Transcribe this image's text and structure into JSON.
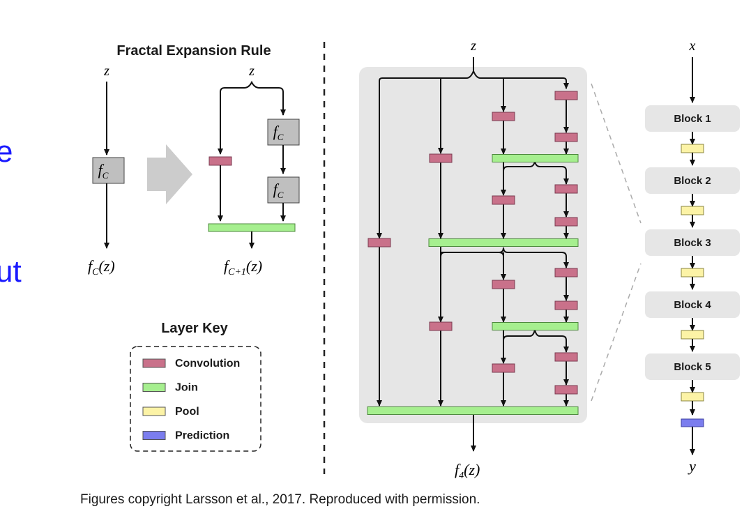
{
  "left_panel": {
    "title": "Fractal Expansion Rule",
    "base": {
      "input": "z",
      "block": "f",
      "block_sub": "C",
      "output_main": "f",
      "output_sub": "C",
      "output_arg": "(z)"
    },
    "expanded": {
      "input": "z",
      "block": "f",
      "block_sub": "C",
      "output_main": "f",
      "output_sub": "C+1",
      "output_arg": "(z)"
    }
  },
  "layer_key": {
    "title": "Layer Key",
    "items": [
      {
        "label": "Convolution",
        "color": "#c9718a"
      },
      {
        "label": "Join",
        "color": "#a6ef8f"
      },
      {
        "label": "Pool",
        "color": "#fcf3a6"
      },
      {
        "label": "Prediction",
        "color": "#7b7dee"
      }
    ]
  },
  "middle_panel": {
    "input": "z",
    "output_main": "f",
    "output_sub": "4",
    "output_arg": "(z)"
  },
  "right_panel": {
    "input": "x",
    "output": "y",
    "blocks": [
      "Block 1",
      "Block 2",
      "Block 3",
      "Block 4",
      "Block 5"
    ]
  },
  "slide_fragments": [
    "e",
    "ut"
  ],
  "caption": "Figures copyright Larsson et al., 2017. Reproduced with permission.",
  "colors": {
    "conv": "#c9718a",
    "join": "#a6ef8f",
    "pool": "#fcf3a6",
    "pred": "#7b7dee",
    "fc_box": "#bfbfbf",
    "panel_bg": "#e6e6e6",
    "block_bg": "#e6e6e6",
    "fragment_text": "#1a1aff"
  }
}
